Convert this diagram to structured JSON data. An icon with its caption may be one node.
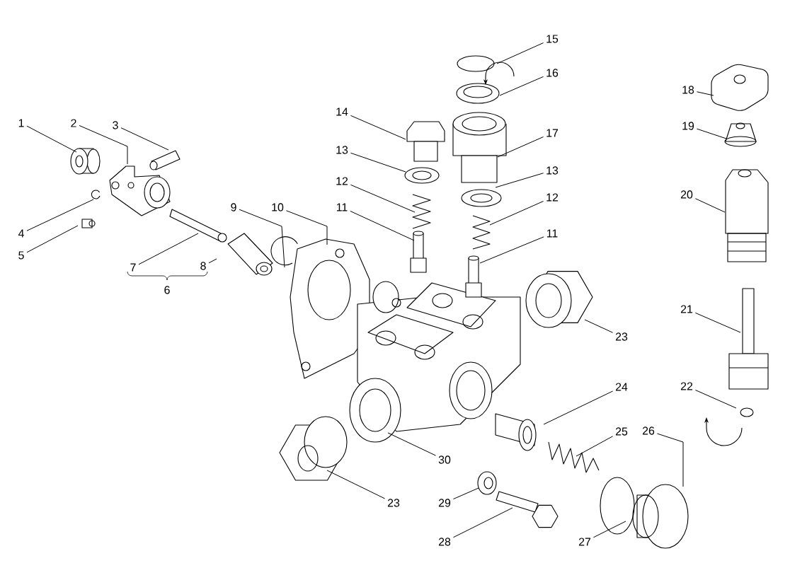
{
  "diagram": {
    "nodes": [
      {
        "text": [
          "1"
        ]
      },
      {
        "text": [
          "2"
        ]
      },
      {
        "text": [
          "3"
        ]
      },
      {
        "text": [
          "4"
        ]
      },
      {
        "text": [
          "5"
        ]
      },
      {
        "text": [
          "7"
        ]
      },
      {
        "text": [
          "8"
        ]
      },
      {
        "text": [
          "9"
        ]
      },
      {
        "text": [
          "10"
        ]
      },
      {
        "text": [
          "14"
        ]
      },
      {
        "text": [
          "13"
        ]
      },
      {
        "text": [
          "12"
        ]
      },
      {
        "text": [
          "11"
        ]
      },
      {
        "text": [
          "15"
        ]
      },
      {
        "text": [
          "16"
        ]
      },
      {
        "text": [
          "17"
        ]
      },
      {
        "text": [
          "13"
        ]
      },
      {
        "text": [
          "12"
        ]
      },
      {
        "text": [
          "11"
        ]
      },
      {
        "text": [
          "18"
        ]
      },
      {
        "text": [
          "19"
        ]
      },
      {
        "text": [
          "20"
        ]
      },
      {
        "text": [
          "21"
        ]
      },
      {
        "text": [
          "22"
        ]
      },
      {
        "text": [
          "23"
        ]
      },
      {
        "text": [
          "24"
        ]
      },
      {
        "text": [
          "25"
        ]
      },
      {
        "text": [
          "26"
        ]
      },
      {
        "text": [
          "30"
        ]
      },
      {
        "text": [
          "23"
        ]
      },
      {
        "text": [
          "29"
        ]
      },
      {
        "text": [
          "28"
        ]
      },
      {
        "text": [
          "27"
        ]
      }
    ],
    "edges": [
      {
        "from": 0,
        "to": null,
        "arrow": "none"
      },
      {
        "from": 1,
        "to": null,
        "arrow": "none"
      },
      {
        "from": 2,
        "to": null,
        "arrow": "none"
      },
      {
        "from": 3,
        "to": null,
        "arrow": "none"
      },
      {
        "from": 4,
        "to": null,
        "arrow": "none"
      },
      {
        "from": 5,
        "to": null,
        "arrow": "none"
      },
      {
        "from": 6,
        "to": null,
        "arrow": "none"
      },
      {
        "from": 7,
        "to": null,
        "arrow": "none"
      },
      {
        "from": 8,
        "to": null,
        "arrow": "none"
      },
      {
        "from": 9,
        "to": null,
        "arrow": "none"
      },
      {
        "from": 10,
        "to": null,
        "arrow": "none"
      },
      {
        "from": 11,
        "to": null,
        "arrow": "none"
      },
      {
        "from": 12,
        "to": null,
        "arrow": "none"
      },
      {
        "from": 13,
        "to": null,
        "arrow": "none"
      },
      {
        "from": 14,
        "to": null,
        "arrow": "none"
      },
      {
        "from": 15,
        "to": null,
        "arrow": "none"
      },
      {
        "from": 16,
        "to": null,
        "arrow": "none"
      },
      {
        "from": 17,
        "to": null,
        "arrow": "none"
      },
      {
        "from": 18,
        "to": null,
        "arrow": "none"
      },
      {
        "from": 19,
        "to": null,
        "arrow": "none"
      },
      {
        "from": 20,
        "to": null,
        "arrow": "none"
      },
      {
        "from": 21,
        "to": null,
        "arrow": "none"
      },
      {
        "from": 22,
        "to": null,
        "arrow": "none"
      },
      {
        "from": 23,
        "to": null,
        "arrow": "none"
      },
      {
        "from": 24,
        "to": null,
        "arrow": "none"
      },
      {
        "from": 25,
        "to": null,
        "arrow": "none"
      },
      {
        "from": 26,
        "to": null,
        "arrow": "none"
      },
      {
        "from": 27,
        "to": null,
        "arrow": "none"
      },
      {
        "from": 28,
        "to": null,
        "arrow": "none"
      },
      {
        "from": 29,
        "to": null,
        "arrow": "none"
      },
      {
        "from": 30,
        "to": null,
        "arrow": "none"
      },
      {
        "from": 31,
        "to": null,
        "arrow": "none"
      },
      {
        "from": 32,
        "to": null,
        "arrow": "none"
      }
    ],
    "labels": [
      "6"
    ]
  }
}
